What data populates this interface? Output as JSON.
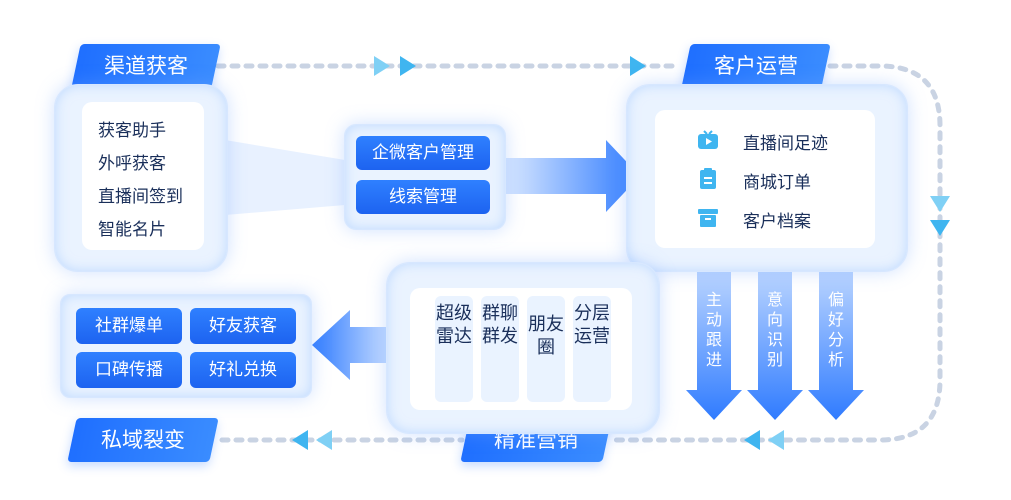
{
  "tags": {
    "channel": "渠道获客",
    "customer": "客户运营",
    "private": "私域裂变",
    "precision": "精准营销"
  },
  "channel_items": [
    "获客助手",
    "外呼获客",
    "直播间签到",
    "智能名片"
  ],
  "middle_buttons": [
    "企微客户管理",
    "线索管理"
  ],
  "customer_items": [
    {
      "icon": "live-tv-icon",
      "label": "直播间足迹"
    },
    {
      "icon": "order-list-icon",
      "label": "商城订单"
    },
    {
      "icon": "archive-box-icon",
      "label": "客户档案"
    }
  ],
  "down_arrows": [
    "主动跟进",
    "意向识别",
    "偏好分析"
  ],
  "precision_cols": [
    "超级雷达",
    "群聊群发",
    "朋友圈",
    "分层运营"
  ],
  "private_buttons": [
    "社群爆单",
    "好友获客",
    "口碑传播",
    "好礼兑换"
  ],
  "colors": {
    "primary": "#1f6fff",
    "light": "#eaf3ff",
    "text": "#1a2f5a",
    "dash": "#c9d3e3",
    "arrow_cyan": "#3fb5f0"
  }
}
